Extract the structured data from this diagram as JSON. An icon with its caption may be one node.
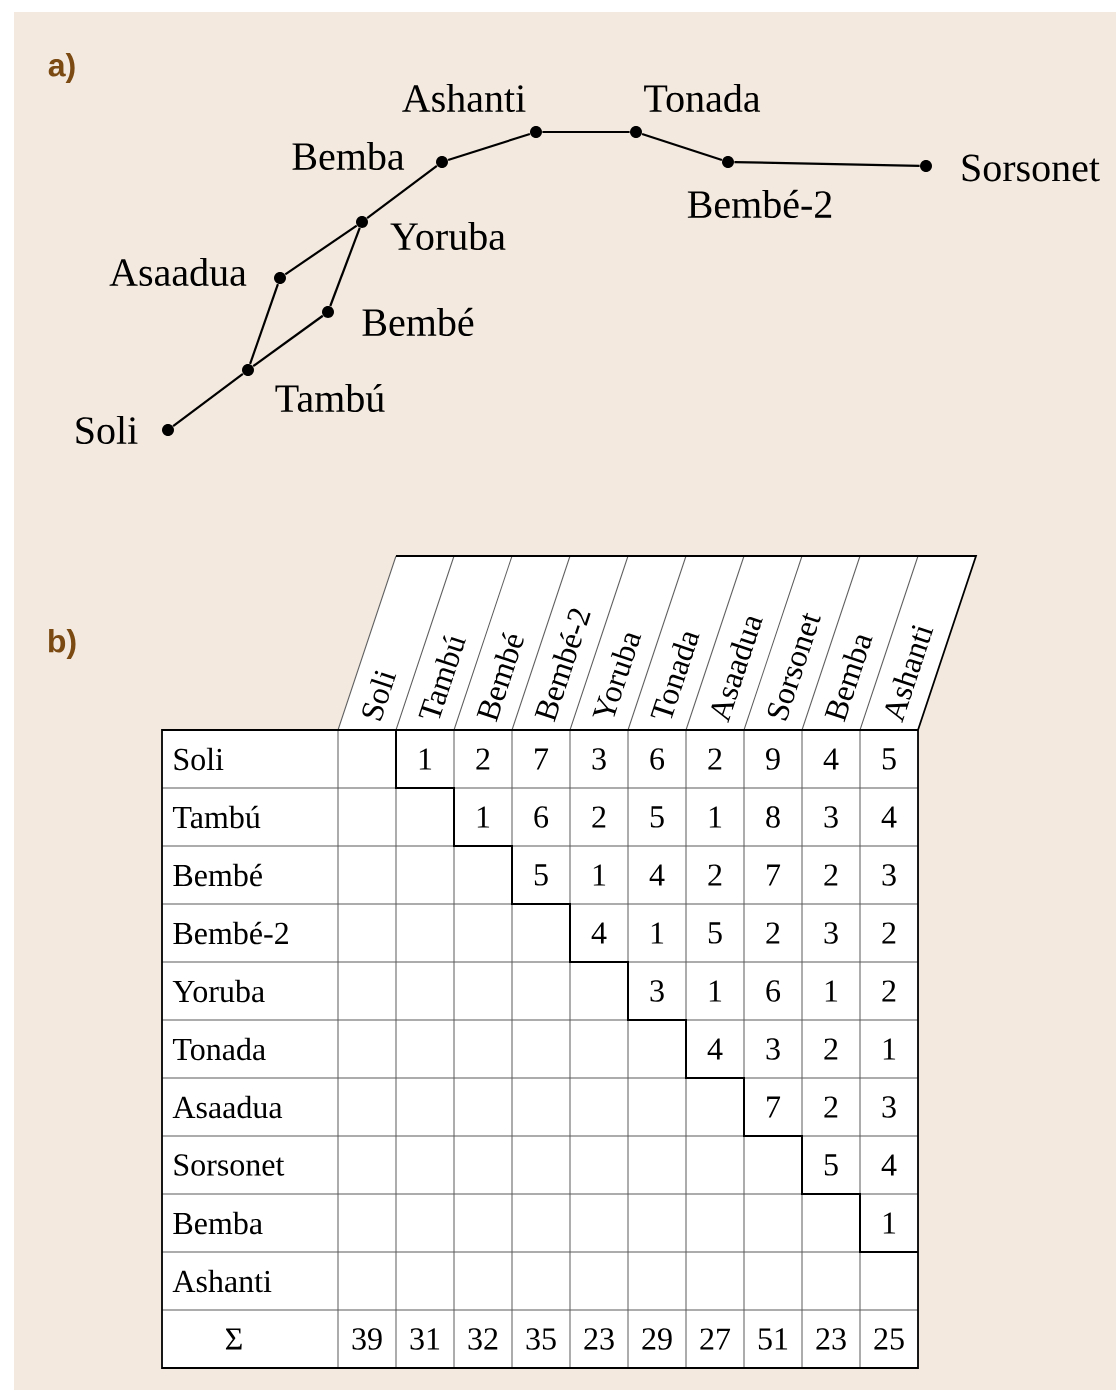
{
  "diagram": {
    "nodes": [
      {
        "text": [],
        "shape": "circle",
        "beside": [
          "Soli"
        ]
      },
      {
        "text": [],
        "shape": "circle",
        "beside": [
          "Tambú"
        ]
      },
      {
        "text": [],
        "shape": "circle",
        "beside": [
          "Asaadua"
        ]
      },
      {
        "text": [],
        "shape": "circle",
        "beside": [
          "Bembé"
        ]
      },
      {
        "text": [],
        "shape": "circle",
        "beside": [
          "Yoruba"
        ]
      },
      {
        "text": [],
        "shape": "circle",
        "beside": [
          "Bemba"
        ]
      },
      {
        "text": [],
        "shape": "circle",
        "beside": [
          "Ashanti"
        ]
      },
      {
        "text": [],
        "shape": "circle",
        "beside": [
          "Tonada"
        ]
      },
      {
        "text": [],
        "shape": "circle",
        "beside": [
          "Bembé-2"
        ]
      },
      {
        "text": [],
        "shape": "circle",
        "beside": [
          "Sorsonet"
        ]
      }
    ],
    "edges": [
      {
        "from": 0,
        "to": 1,
        "arrow": "none"
      },
      {
        "from": 1,
        "to": 2,
        "arrow": "none"
      },
      {
        "from": 1,
        "to": 3,
        "arrow": "none"
      },
      {
        "from": 2,
        "to": 4,
        "arrow": "none"
      },
      {
        "from": 3,
        "to": 4,
        "arrow": "none"
      },
      {
        "from": 4,
        "to": 5,
        "arrow": "none"
      },
      {
        "from": 5,
        "to": 6,
        "arrow": "none"
      },
      {
        "from": 6,
        "to": 7,
        "arrow": "none"
      },
      {
        "from": 7,
        "to": 8,
        "arrow": "none"
      },
      {
        "from": 8,
        "to": 9,
        "arrow": "none"
      }
    ],
    "labels": [
      "a)",
      "b)",
      "Soli",
      "Tambú",
      "Bembé",
      "Bembé-2",
      "Yoruba",
      "Tonada",
      "Asaadua",
      "Sorsonet",
      "Bemba",
      "Ashanti",
      "Soli",
      "1",
      "2",
      "7",
      "3",
      "6",
      "2",
      "9",
      "4",
      "5",
      "Tambú",
      "1",
      "6",
      "2",
      "5",
      "1",
      "8",
      "3",
      "4",
      "Bembé",
      "5",
      "1",
      "4",
      "2",
      "7",
      "2",
      "3",
      "Bembé-2",
      "4",
      "1",
      "5",
      "2",
      "3",
      "2",
      "Yoruba",
      "3",
      "1",
      "6",
      "1",
      "2",
      "Tonada",
      "4",
      "3",
      "2",
      "1",
      "Asaadua",
      "7",
      "2",
      "3",
      "Sorsonet",
      "5",
      "4",
      "Bemba",
      "1",
      "Ashanti",
      "Σ",
      "39",
      "31",
      "32",
      "35",
      "23",
      "29",
      "27",
      "51",
      "23",
      "25"
    ]
  }
}
